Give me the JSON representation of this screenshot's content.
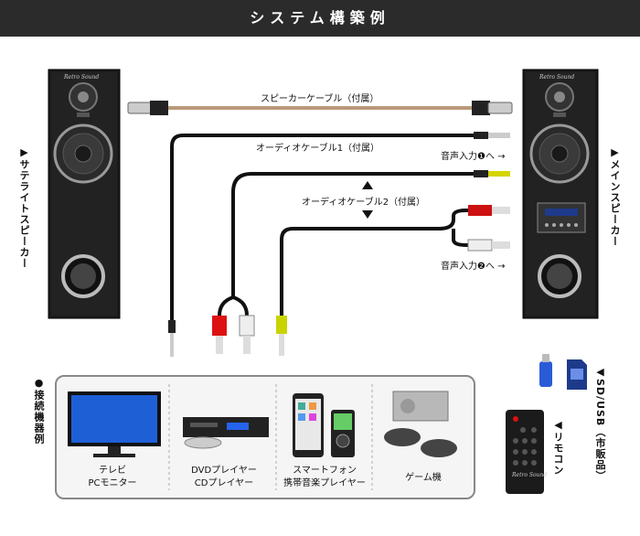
{
  "header": {
    "title": "システム構築例"
  },
  "speakers": {
    "left_label": "▶サテライトスピーカー",
    "right_label": "▶メインスピーカー",
    "brand": "Retro Sound"
  },
  "cables": {
    "speaker_cable": "スピーカーケーブル（付属）",
    "audio_cable_1": "オーディオケーブル1（付属）",
    "audio_cable_2": "オーディオケーブル2（付属）",
    "input_1": "音声入力❶へ →",
    "input_2": "音声入力❷へ →"
  },
  "devices": {
    "section_label": "●接続機器例",
    "tv": "テレビ\nPCモニター",
    "dvd": "DVDプレイヤー\nCDプレイヤー",
    "phone": "スマートフォン\n携帯音楽プレイヤー",
    "game": "ゲーム機"
  },
  "accessories": {
    "sd_label": "◀SD/USB（市販品）",
    "remote_label": "◀リモコン",
    "remote_brand": "Retro Sound"
  }
}
